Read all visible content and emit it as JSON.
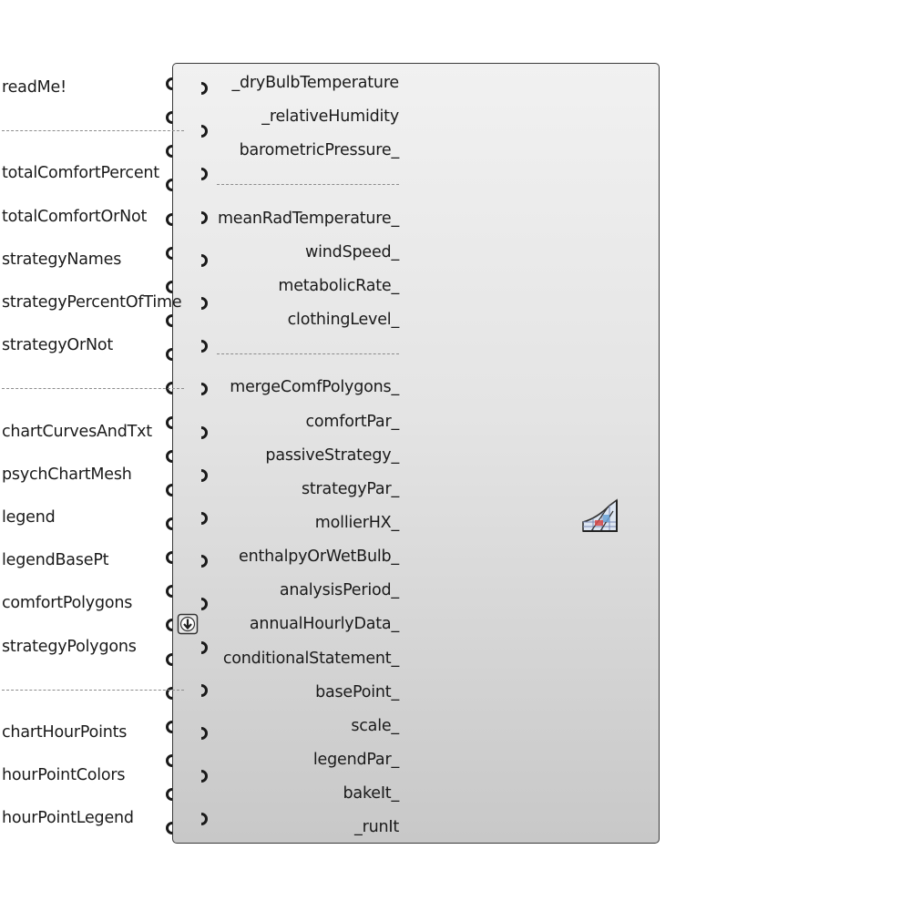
{
  "inputs": [
    {
      "label": "_dryBulbTemperature"
    },
    {
      "label": "_relativeHumidity"
    },
    {
      "label": "barometricPressure_"
    },
    {
      "label": "------------------------",
      "separator": true
    },
    {
      "label": "meanRadTemperature_"
    },
    {
      "label": "windSpeed_"
    },
    {
      "label": "metabolicRate_"
    },
    {
      "label": "clothingLevel_"
    },
    {
      "label": "------------------------",
      "separator": true
    },
    {
      "label": "mergeComfPolygons_"
    },
    {
      "label": "comfortPar_"
    },
    {
      "label": "passiveStrategy_"
    },
    {
      "label": "strategyPar_"
    },
    {
      "label": "mollierHX_"
    },
    {
      "label": "enthalpyOrWetBulb_"
    },
    {
      "label": "analysisPeriod_"
    },
    {
      "label": "annualHourlyData_",
      "param_icon": "arrow-down-icon"
    },
    {
      "label": "conditionalStatement_"
    },
    {
      "label": "basePoint_"
    },
    {
      "label": "scale_"
    },
    {
      "label": "legendPar_"
    },
    {
      "label": "bakeIt_"
    },
    {
      "label": "_runIt"
    }
  ],
  "outputs": [
    {
      "label": "readMe!"
    },
    {
      "label": "------------------------",
      "separator": true
    },
    {
      "label": "totalComfortPercent"
    },
    {
      "label": "totalComfortOrNot"
    },
    {
      "label": "strategyNames"
    },
    {
      "label": "strategyPercentOfTime"
    },
    {
      "label": "strategyOrNot"
    },
    {
      "label": "------------------------",
      "separator": true
    },
    {
      "label": "chartCurvesAndTxt"
    },
    {
      "label": "psychChartMesh"
    },
    {
      "label": "legend"
    },
    {
      "label": "legendBasePt"
    },
    {
      "label": "comfortPolygons"
    },
    {
      "label": "strategyPolygons"
    },
    {
      "label": "------------------------",
      "separator": true
    },
    {
      "label": "chartHourPoints"
    },
    {
      "label": "hourPointColors"
    },
    {
      "label": "hourPointLegend"
    }
  ],
  "component_icon": "psychrometric-chart-icon",
  "colors": {
    "body_top": "#f1f1f1",
    "body_bottom": "#c8c8c8",
    "border": "#3a3a3a",
    "text": "#1a1a1a"
  }
}
